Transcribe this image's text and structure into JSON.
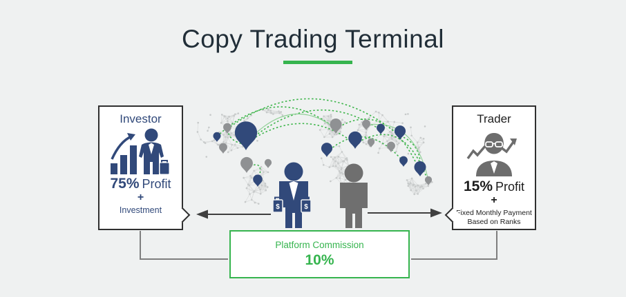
{
  "title": {
    "text": "Copy Trading Terminal"
  },
  "investor_card": {
    "title": "Investor",
    "icon": "growth-chart-businessman-icon",
    "percent": "75%",
    "profit_label": "Profit",
    "plus": "+",
    "detail": "Investment"
  },
  "trader_card": {
    "title": "Trader",
    "icon": "businessman-stock-chart-icon",
    "percent": "15%",
    "profit_label": "Profit",
    "plus": "+",
    "detail_line1": "Fixed Monthly Payment",
    "detail_line2": "Based on Ranks"
  },
  "commission_box": {
    "label": "Platform Commission",
    "value": "10%"
  },
  "map": {
    "description": "world-network-map-with-location-pins",
    "money_symbol": "$"
  },
  "colors": {
    "accent_green": "#35b44e",
    "arc_green": "#3db54a",
    "navy_blue": "#31497a",
    "figure_gray": "#6f6f6f",
    "pin_gray": "#8f9193",
    "dot_gray": "#c7caca",
    "dot_line_gray": "#dadcdc",
    "box_border_dark": "#2f2f2f",
    "connector_gray": "#7e7e7e",
    "arrow_dark": "#3f3f3f",
    "title_dark": "#212e38",
    "background": "#eff1f1"
  }
}
